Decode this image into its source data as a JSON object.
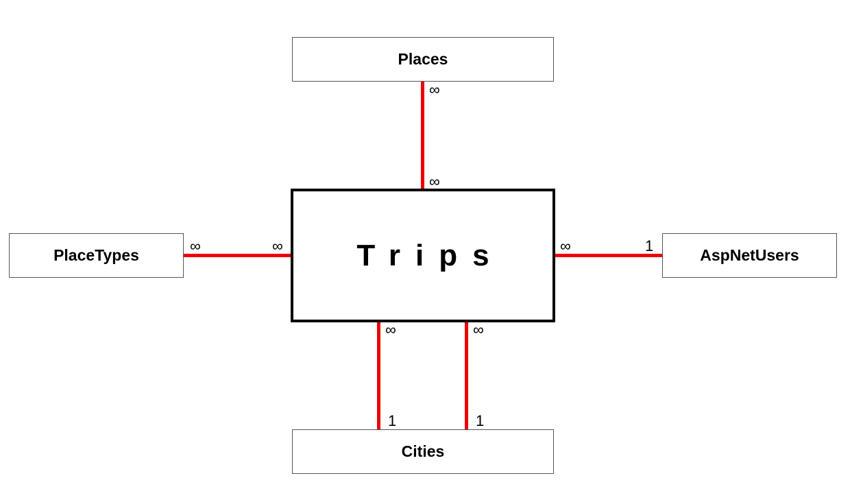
{
  "diagram": {
    "center_entity": "Trips",
    "entities": {
      "places": "Places",
      "place_types": "PlaceTypes",
      "asp_net_users": "AspNetUsers",
      "cities": "Cities"
    },
    "relationships": [
      {
        "from": "Places",
        "to": "Trips",
        "from_cardinality": "∞",
        "to_cardinality": "∞"
      },
      {
        "from": "PlaceTypes",
        "to": "Trips",
        "from_cardinality": "∞",
        "to_cardinality": "∞"
      },
      {
        "from": "Trips",
        "to": "AspNetUsers",
        "from_cardinality": "∞",
        "to_cardinality": "1"
      },
      {
        "from": "Trips",
        "to": "Cities",
        "from_cardinality": "∞",
        "to_cardinality": "1"
      },
      {
        "from": "Trips",
        "to": "Cities",
        "from_cardinality": "∞",
        "to_cardinality": "1"
      }
    ],
    "line_color": "#ee0000"
  }
}
